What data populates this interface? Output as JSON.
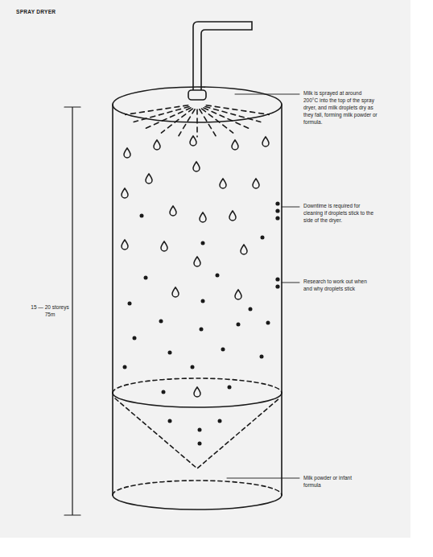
{
  "diagram": {
    "title": "SPRAY DRYER",
    "labels": [
      "Milk is sprayed at around 200°C into the top of the spray dryer, and milk droplets dry as they fall, forming milk powder or formula.",
      "Downtime is required for cleaning if droplets stick to the side of the dryer.",
      "Research to work out when and why droplets stick",
      "15 — 20 storeys 75m",
      "Milk powder or infant formula"
    ]
  }
}
